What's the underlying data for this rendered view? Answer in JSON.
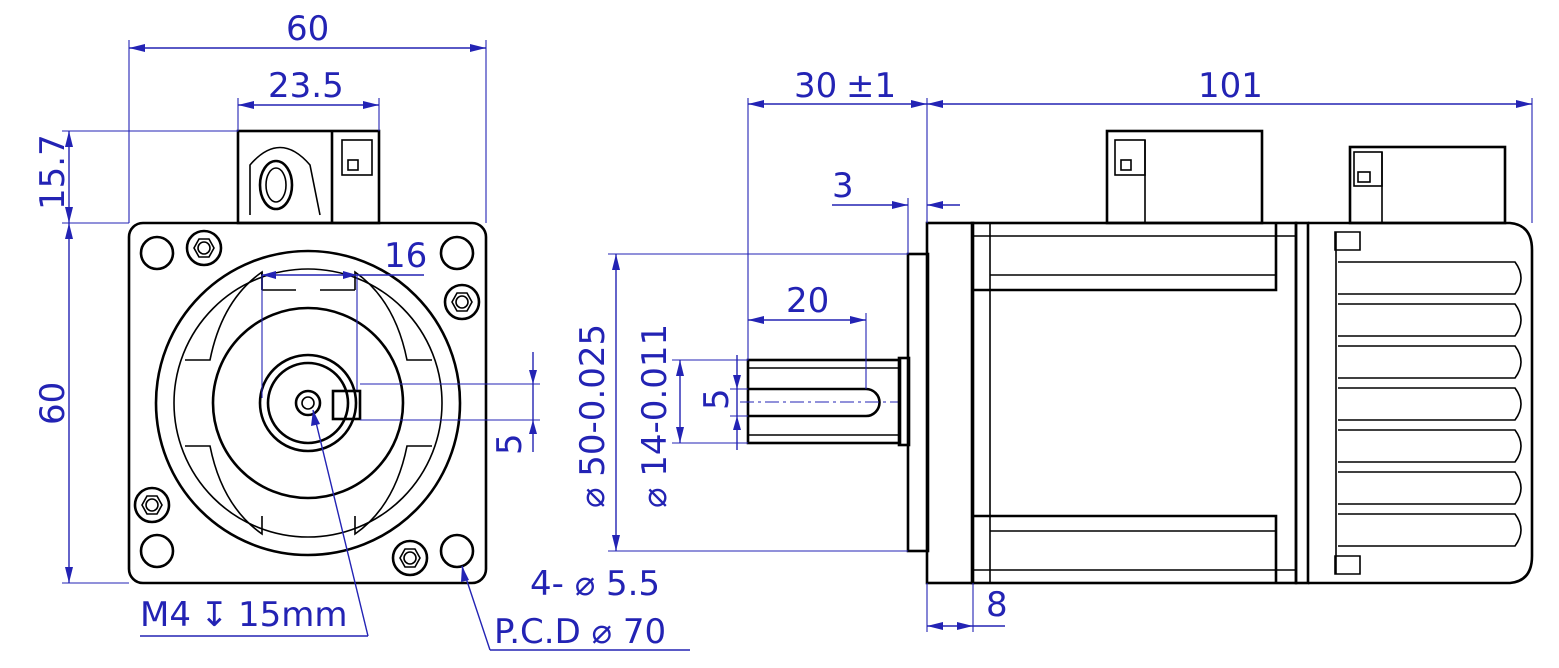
{
  "colors": {
    "dimension": "#2323b4",
    "outline": "#000000",
    "background": "#ffffff"
  },
  "front_view": {
    "width_60": "60",
    "connector_width": "23.5",
    "connector_height": "15.7",
    "height_60": "60",
    "key_16": "16",
    "key_5": "5",
    "thread_note": "M4",
    "depth_symbol": "↧",
    "thread_depth": "15mm",
    "hole_note": "4- ⌀ 5.5",
    "pcd_note": "P.C.D ⌀ 70"
  },
  "side_view": {
    "shaft_length": "30",
    "shaft_tolerance": "±1",
    "body_length": "101",
    "boss_3": "3",
    "key_length": "20",
    "key_width": "5",
    "pilot_diameter": "⌀ 50-0.025",
    "shaft_diameter": "⌀ 14-0.011",
    "flange_8": "8"
  }
}
